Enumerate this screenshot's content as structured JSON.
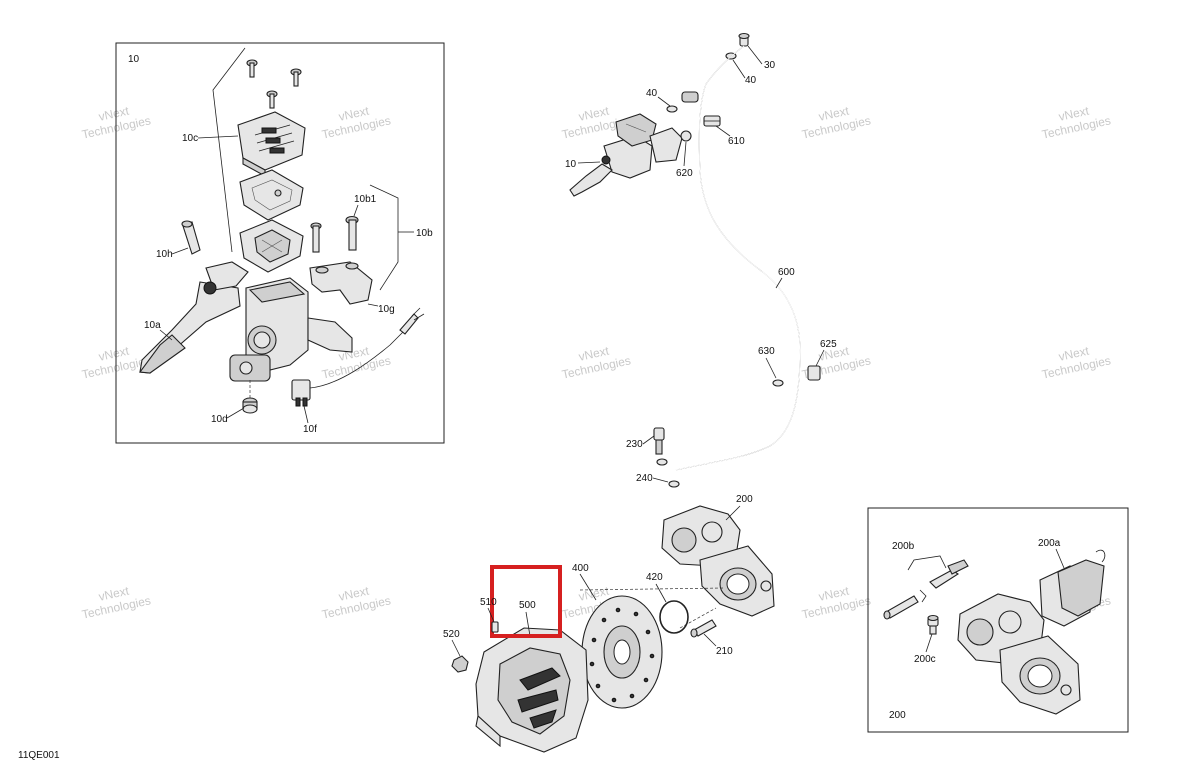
{
  "diagram_id": "11QE001",
  "highlight_color": "#d62020",
  "watermark": {
    "line1": "vNext",
    "line2": "Technologies"
  },
  "watermark_line": "vNext Technologies",
  "labels": {
    "p10": "10",
    "p30": "30",
    "p40a": "40",
    "p40b": "40",
    "p610": "610",
    "p620": "620",
    "p600": "600",
    "p625": "625",
    "p630": "630",
    "p230": "230",
    "p240": "240",
    "p200": "200",
    "p400": "400",
    "p420": "420",
    "p500": "500",
    "p510": "510",
    "p520": "520",
    "p210": "210",
    "inset1_title": "10",
    "p10c": "10c",
    "p10h": "10h",
    "p10a": "10a",
    "p10d": "10d",
    "p10b1": "10b1",
    "p10b": "10b",
    "p10g": "10g",
    "p10f": "10f",
    "inset2_title": "200",
    "p200b": "200b",
    "p200a": "200a",
    "p200c": "200c"
  }
}
